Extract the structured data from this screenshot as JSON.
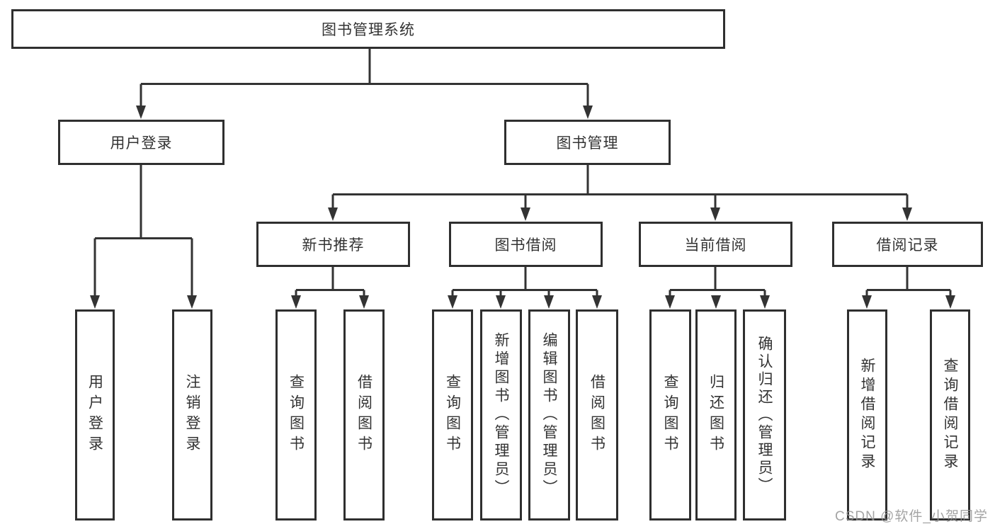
{
  "diagram_title": "图书管理系统",
  "tree": {
    "label": "图书管理系统",
    "children": [
      {
        "label": "用户登录",
        "children": [
          {
            "label": "用户登录"
          },
          {
            "label": "注销登录"
          }
        ]
      },
      {
        "label": "图书管理",
        "children": [
          {
            "label": "新书推荐",
            "children": [
              {
                "label": "查询图书"
              },
              {
                "label": "借阅图书"
              }
            ]
          },
          {
            "label": "图书借阅",
            "children": [
              {
                "label": "查询图书"
              },
              {
                "label": "新增图书（管理员）"
              },
              {
                "label": "编辑图书（管理员）"
              },
              {
                "label": "借阅图书"
              }
            ]
          },
          {
            "label": "当前借阅",
            "children": [
              {
                "label": "查询图书"
              },
              {
                "label": "归还图书"
              },
              {
                "label": "确认归还（管理员）"
              }
            ]
          },
          {
            "label": "借阅记录",
            "children": [
              {
                "label": "新增借阅记录"
              },
              {
                "label": "查询借阅记录"
              }
            ]
          }
        ]
      }
    ]
  },
  "watermark": {
    "text": "CSDN @软件_小贺同学"
  },
  "colors": {
    "line": "#333333",
    "box_border": "#2f2f2f",
    "box_fill": "#ffffff",
    "text": "#333333",
    "watermark": "#949494",
    "background": "#ffffff"
  }
}
